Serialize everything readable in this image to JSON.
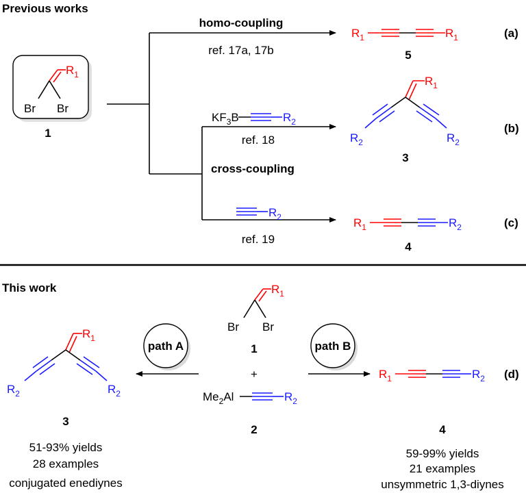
{
  "colors": {
    "r1": "#ff0000",
    "r2": "#1a1aff",
    "black": "#000000"
  },
  "previous": {
    "heading": "Previous works",
    "compound1": {
      "label": "1",
      "r1": "R",
      "r1_sub": "1",
      "br_left": "Br",
      "br_right": "Br"
    },
    "homo": {
      "title": "homo-coupling",
      "ref": "ref. 17a, 17b",
      "tag": "(a)",
      "num": "5"
    },
    "cross": {
      "title": "cross-coupling"
    },
    "b": {
      "reagent": "KF",
      "reagent_sub": "3",
      "reagent_tail": "B",
      "ref": "ref. 18",
      "tag": "(b)",
      "num": "3"
    },
    "c": {
      "ref": "ref. 19",
      "tag": "(c)",
      "num": "4"
    }
  },
  "this_work": {
    "heading": "This work",
    "path_a": "path A",
    "path_b": "path B",
    "plus": "+",
    "sm1_label": "1",
    "sm2_label": "2",
    "me2al": {
      "me": "Me",
      "sub": "2",
      "al": "Al"
    },
    "tag_d": "(d)",
    "product3": {
      "num": "3",
      "yields": "51-93% yields",
      "examples": "28 examples",
      "desc": "conjugated enediynes"
    },
    "product4": {
      "num": "4",
      "yields": "59-99% yields",
      "examples": "21 examples",
      "desc": "unsymmetric 1,3-diynes"
    }
  },
  "labels": {
    "R": "R",
    "one": "1",
    "two": "2"
  }
}
